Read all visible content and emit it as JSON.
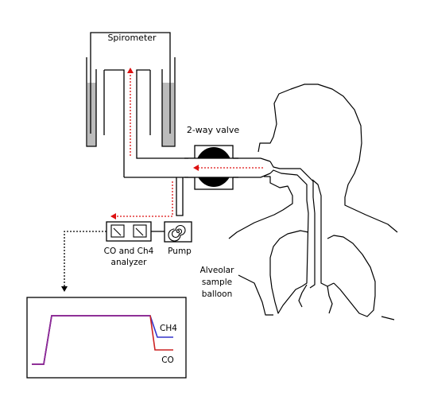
{
  "labels": {
    "spirometer": "Spirometer",
    "valve": "2-way valve",
    "analyzer_line1": "CO and Ch4",
    "analyzer_line2": "analyzer",
    "pump": "Pump",
    "balloon_line1": "Alveolar",
    "balloon_line2": "sample",
    "balloon_line3": "balloon",
    "trace_ch4": "CH4",
    "trace_co": "CO"
  },
  "colors": {
    "ch4_trace": "#3333cc",
    "co_trace": "#cc2222",
    "combined_trace": "#8a2a9a",
    "flow_arrow": "#dd1111",
    "water": "#bbbbbb"
  }
}
